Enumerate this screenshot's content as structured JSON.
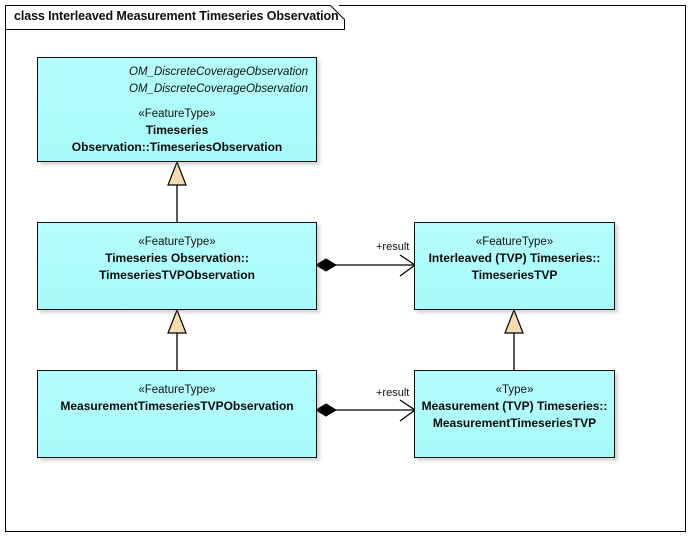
{
  "diagram": {
    "kind": "class",
    "title": "class Interleaved Measurement Timeseries Observation",
    "title_keyword": "class",
    "title_name": "Interleaved Measurement Timeseries Observation",
    "background_color": "#ffffff",
    "frame_border_color": "#000000",
    "class_fill_color": "#aefcfc",
    "class_border_color": "#0d0d0d",
    "generalization_arrow_fill": "#f5dcb0",
    "line_color": "#000000"
  },
  "classes": [
    {
      "id": "timeseries-observation",
      "supertypes": [
        "OM_DiscreteCoverageObservation",
        "OM_DiscreteCoverageObservation"
      ],
      "stereotype": "«FeatureType»",
      "name_lines": [
        "Timeseries Observation::TimeseriesObservation"
      ]
    },
    {
      "id": "timeseries-tvp-observation",
      "supertypes": [],
      "stereotype": "«FeatureType»",
      "name_lines": [
        "Timeseries Observation::",
        "TimeseriesTVPObservation"
      ]
    },
    {
      "id": "timeseries-tvp",
      "supertypes": [],
      "stereotype": "«FeatureType»",
      "name_lines": [
        "Interleaved (TVP) Timeseries::",
        "TimeseriesTVP"
      ]
    },
    {
      "id": "measurement-timeseries-tvp-observation",
      "supertypes": [],
      "stereotype": "«FeatureType»",
      "name_lines": [
        "MeasurementTimeseriesTVPObservation"
      ]
    },
    {
      "id": "measurement-timeseries-tvp",
      "supertypes": [],
      "stereotype": "«Type»",
      "name_lines": [
        "Measurement (TVP) Timeseries::",
        "MeasurementTimeseriesTVP"
      ]
    }
  ],
  "connectors": [
    {
      "id": "gen-tvpobs-to-obs",
      "type": "generalization",
      "from": "timeseries-tvp-observation",
      "to": "timeseries-observation",
      "label": ""
    },
    {
      "id": "gen-mtvpobs-to-tvpobs",
      "type": "generalization",
      "from": "measurement-timeseries-tvp-observation",
      "to": "timeseries-tvp-observation",
      "label": ""
    },
    {
      "id": "gen-mtvp-to-tvp",
      "type": "generalization",
      "from": "measurement-timeseries-tvp",
      "to": "timeseries-tvp",
      "label": ""
    },
    {
      "id": "comp-tvpobs-result-tvp",
      "type": "composition",
      "from": "timeseries-tvp-observation",
      "to": "timeseries-tvp",
      "label": "+result"
    },
    {
      "id": "comp-mtvpobs-result-mtvp",
      "type": "composition",
      "from": "measurement-timeseries-tvp-observation",
      "to": "measurement-timeseries-tvp",
      "label": "+result"
    }
  ]
}
